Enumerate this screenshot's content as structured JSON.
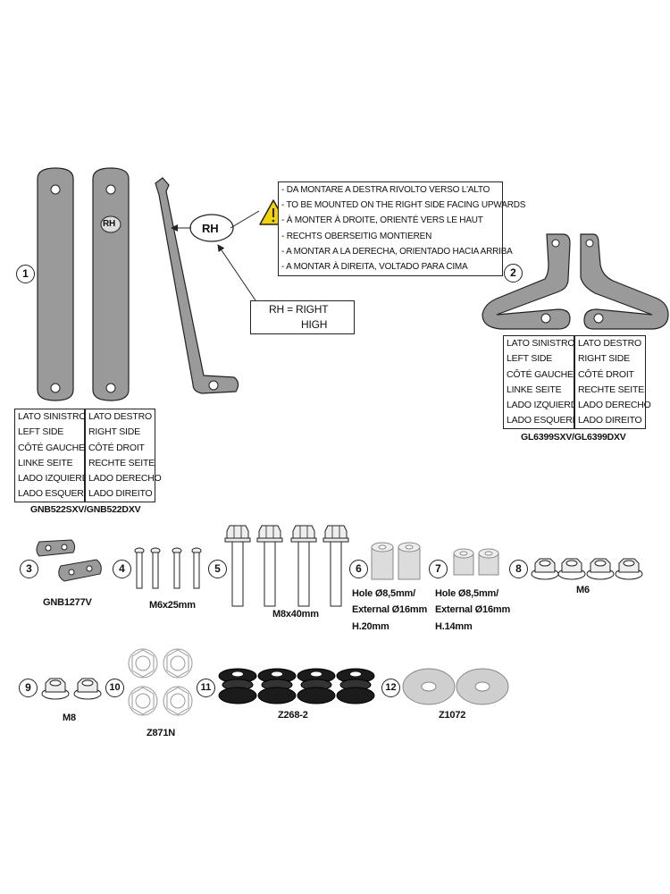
{
  "rh_badge": "RH",
  "rh_tag": "RH",
  "rh_legend": {
    "line1": "RH = RIGHT",
    "line2": "HIGH"
  },
  "warning_lines": [
    "- DA MONTARE A DESTRA RIVOLTO VERSO L'ALTO",
    "- TO BE MOUNTED ON THE RIGHT SIDE FACING UPWARDS",
    "- À MONTER À DROITE, ORIENTÉ VERS LE HAUT",
    "- RECHTS OBERSEITIG MONTIEREN",
    "- A MONTAR A LA DERECHA, ORIENTADO HACIA ARRIBA",
    "- A MONTAR À DIREITA, VOLTADO PARA CIMA"
  ],
  "part1": {
    "number": "1",
    "left_side": [
      "LATO SINISTRO",
      "LEFT SIDE",
      "CÔTÉ GAUCHE",
      "LINKE SEITE",
      "LADO IZQUIERDO",
      "LADO ESQUERDO"
    ],
    "right_side": [
      "LATO DESTRO",
      "RIGHT SIDE",
      "CÔTÉ DROIT",
      "RECHTE SEITE",
      "LADO DERECHO",
      "LADO DIREITO"
    ],
    "code": "GNB522SXV/GNB522DXV"
  },
  "part2": {
    "number": "2",
    "left_side": [
      "LATO SINISTRO",
      "LEFT SIDE",
      "CÔTÉ GAUCHE",
      "LINKE SEITE",
      "LADO IZQUIERDO",
      "LADO ESQUERDO"
    ],
    "right_side": [
      "LATO DESTRO",
      "RIGHT SIDE",
      "CÔTÉ DROIT",
      "RECHTE SEITE",
      "LADO DERECHO",
      "LADO DIREITO"
    ],
    "code": "GL6399SXV/GL6399DXV"
  },
  "parts": {
    "p3": {
      "number": "3",
      "label": "GNB1277V"
    },
    "p4": {
      "number": "4",
      "label": "M6x25mm"
    },
    "p5": {
      "number": "5",
      "label": "M8x40mm"
    },
    "p6": {
      "number": "6",
      "line1": "Hole Ø8,5mm/",
      "line2": "External Ø16mm",
      "line3": "H.20mm"
    },
    "p7": {
      "number": "7",
      "line1": "Hole Ø8,5mm/",
      "line2": "External Ø16mm",
      "line3": "H.14mm"
    },
    "p8": {
      "number": "8",
      "label": "M6"
    },
    "p9": {
      "number": "9",
      "label": "M8"
    },
    "p10": {
      "number": "10",
      "label": "Z871N"
    },
    "p11": {
      "number": "11",
      "label": "Z268-2"
    },
    "p12": {
      "number": "12",
      "label": "Z1072"
    }
  },
  "colors": {
    "metal": "#9a9a9a",
    "outline": "#222222",
    "warning": "#f2d400"
  },
  "icons": [
    "warning-triangle-icon",
    "arrow-icon"
  ]
}
